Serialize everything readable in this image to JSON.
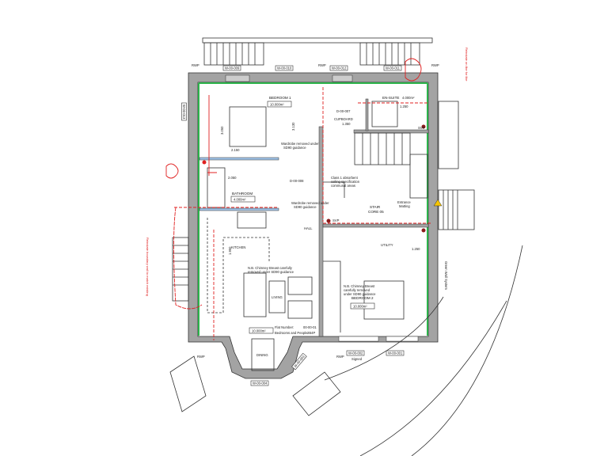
{
  "plan": {
    "rooms": {
      "bedroom1": {
        "name": "BEDROOM 1",
        "area": "10.000m²"
      },
      "ensuite": {
        "name": "EN-SUITE",
        "area": "4.000m²"
      },
      "cupboard": {
        "name": "CUPBOARD",
        "dim": "1.350"
      },
      "bathroom": {
        "name": "BATHROOM",
        "area": "4.000m²"
      },
      "stair": {
        "name": "STAIR",
        "sub": "CORE 05"
      },
      "kitchen": {
        "name": "KITCHEN"
      },
      "living": {
        "name": "LIVING"
      },
      "dining": {
        "name": "DINING"
      },
      "bedroom2": {
        "name": "BEDROOM 2",
        "area": "10.000m²"
      },
      "utility": {
        "name": "UTILITY"
      },
      "hall": {
        "name": "HALL"
      },
      "entrance": {
        "name": "Entrance",
        "sub": "Matting"
      }
    },
    "flat": {
      "label": "Flat Number:",
      "number": "00-00-01",
      "bp_label": "Bedrooms and People",
      "bp": "2B4P",
      "area": "10.000m²"
    },
    "notes": {
      "wardrobe1": "Wardrobe removed under",
      "wardrobe2": "SD90 guidance",
      "ceiling1": "Class 1 absorbent",
      "ceiling2": "ceiling specification",
      "ceiling3": "communal areas",
      "chim1a": "N.B. Chimney Breast carefully",
      "chim1b": "removed under SD90 guidance",
      "chim2a": "N.B. Chimney Breast",
      "chim2b": "carefully removed",
      "chim2c": "under SD90 guidance",
      "green_wall": "Green Wall System",
      "red_right": "Reinstate on like for like",
      "red_left": "Reinstate boundary wall to match existing"
    },
    "tags": {
      "rwp": "RWP",
      "svp": "SVP",
      "w1": "W-00-001",
      "w2": "W-00-002",
      "w3": "W-00-003",
      "w4": "W-00-004",
      "w9": "W-00-009",
      "w10": "W-00-010",
      "w11": "W-00-011",
      "w12": "W-00-012",
      "w13": "W-00-013",
      "d6": "D-00-007",
      "d8": "D-00-008",
      "w_sign": "Signed"
    },
    "dims": {
      "d1": "2.150",
      "d2": "3.050",
      "d3": "1.250",
      "d4": "2.050",
      "d5": "3.130",
      "d6": "1.950",
      "d7": "1.250"
    }
  }
}
